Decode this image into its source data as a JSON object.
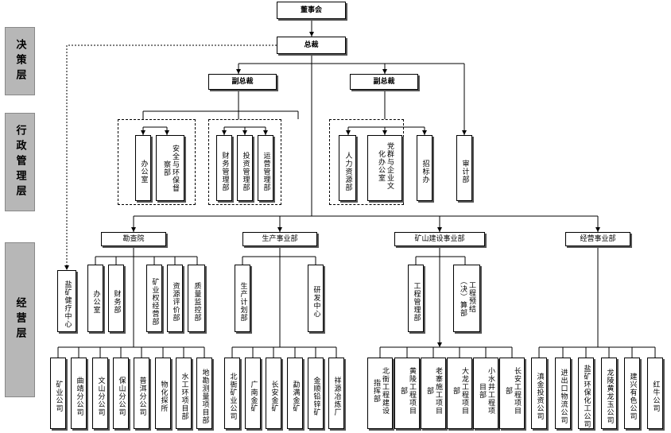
{
  "layers": {
    "decision": "决策层",
    "admin": "行政管理层",
    "operation": "经营层"
  },
  "top": {
    "board": "董事会",
    "president": "总裁",
    "vp1": "副总裁",
    "vp2": "副总裁"
  },
  "admin": {
    "office": "办公室",
    "safety": "安全与环保督察部",
    "finance": "财务管理部",
    "investment": "投资管理部",
    "operation_mgmt": "运营管理部",
    "hr": "人力资源部",
    "party": "党群与企业文化办公室",
    "tender": "招标办",
    "audit": "审计部"
  },
  "divisions": {
    "survey": "勘查院",
    "production": "生产事业部",
    "mine_construction": "矿山建设事业部",
    "business": "经营事业部"
  },
  "mid": {
    "health": "盐矿健疗中心",
    "survey_office": "办公室",
    "survey_finance": "财务部",
    "mining_rights": "矿业权经营部",
    "resource_eval": "资源评价部",
    "quality": "质量监控部",
    "prod_plan": "生产计划部",
    "rnd": "研发中心",
    "engineering": "工程管理部",
    "budget": "工程预结（决）算部"
  },
  "bottom": {
    "survey_units": [
      "矿业公司",
      "曲靖分公司",
      "文山分公司",
      "保山分公司",
      "普洱分公司",
      "物化探所",
      "水工环项目部",
      "地勘测量项目部"
    ],
    "production_units": [
      "北衙矿业公司",
      "广南金矿",
      "长安金矿",
      "勐满金矿",
      "金顺铅锌矿",
      "祥源冶炼厂"
    ],
    "construction_units": [
      "北衙工程建设指挥部",
      "黄陵工程项目部",
      "老寨施工项目部",
      "大龙工程项目部",
      "小水井工程项目部",
      "长安工程项目部"
    ],
    "business_units": [
      "滇金投资公司",
      "进出口物流公司",
      "盐矿环保化工公司",
      "龙陵黄龙玉公司",
      "建兴有色公司",
      "红牛公司"
    ]
  }
}
